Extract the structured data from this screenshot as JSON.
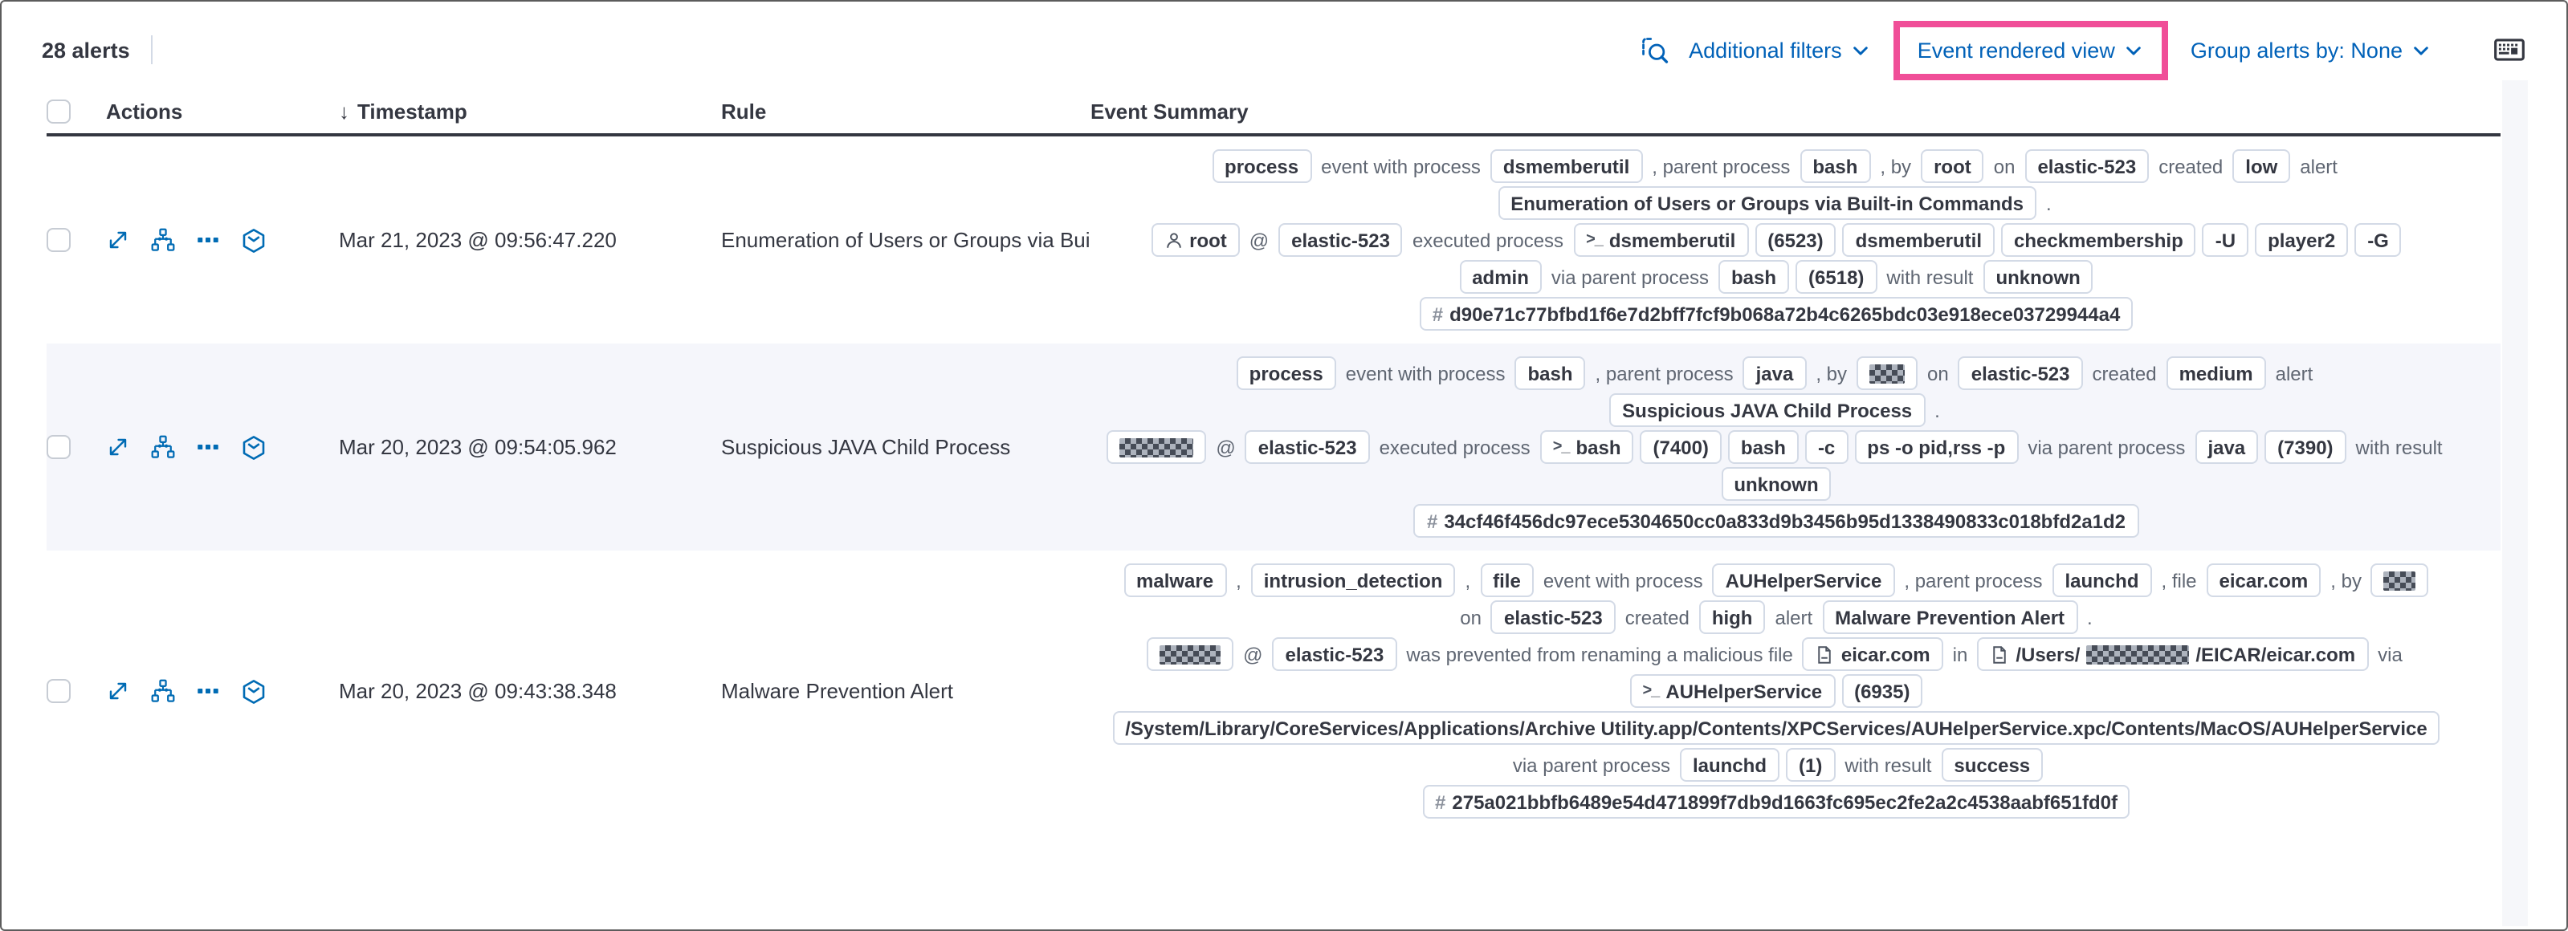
{
  "toolbar": {
    "alert_count": "28 alerts",
    "additional_filters_label": "Additional filters",
    "view_selector_label": "Event rendered view",
    "group_by_label": "Group alerts by: None"
  },
  "columns": {
    "actions": "Actions",
    "timestamp": "Timestamp",
    "rule": "Rule",
    "summary": "Event Summary"
  },
  "colors": {
    "highlight_pink": "#F04E98",
    "link_blue": "#0061B8",
    "badge_border": "#D3DAE6",
    "text_dark": "#343741",
    "text_gray": "#5F6672",
    "row_shaded": "#F5F6FB"
  },
  "rows": [
    {
      "timestamp": "Mar 21, 2023 @ 09:56:47.220",
      "rule": "Enumeration of Users or Groups via Bui",
      "shaded": false,
      "summary": [
        [
          {
            "badge": "process"
          },
          {
            "text": "event with process"
          },
          {
            "badge": "dsmemberutil"
          },
          {
            "text": ", parent process"
          },
          {
            "badge": "bash"
          },
          {
            "text": ", by"
          },
          {
            "badge": "root"
          },
          {
            "text": "on"
          },
          {
            "badge": "elastic-523"
          },
          {
            "text": "created"
          },
          {
            "badge": "low"
          },
          {
            "text": "alert"
          }
        ],
        [
          {
            "badge": "Enumeration of Users or Groups via Built-in Commands"
          },
          {
            "text": "."
          }
        ],
        [
          {
            "badge": "root",
            "icon": "user"
          },
          {
            "text": "@"
          },
          {
            "badge": "elastic-523"
          },
          {
            "text": "executed process"
          },
          {
            "badge": "dsmemberutil",
            "icon": "terminal"
          },
          {
            "badge": "(6523)"
          },
          {
            "badge": "dsmemberutil"
          },
          {
            "badge": "checkmembership"
          },
          {
            "badge": "-U"
          },
          {
            "badge": "player2"
          },
          {
            "badge": "-G"
          }
        ],
        [
          {
            "badge": "admin"
          },
          {
            "text": "via parent process"
          },
          {
            "badge": "bash"
          },
          {
            "badge": "(6518)"
          },
          {
            "text": "with result"
          },
          {
            "badge": "unknown"
          }
        ],
        [
          {
            "badge": "d90e71c77bfbd1f6e7d2bff7fcf9b068a72b4c6265bdc03e918ece03729944a4",
            "icon": "hash"
          }
        ]
      ]
    },
    {
      "timestamp": "Mar 20, 2023 @ 09:54:05.962",
      "rule": "Suspicious JAVA Child Process",
      "shaded": true,
      "summary": [
        [
          {
            "badge": "process"
          },
          {
            "text": "event with process"
          },
          {
            "badge": "bash"
          },
          {
            "text": ", parent process"
          },
          {
            "badge": "java"
          },
          {
            "text": ", by"
          },
          {
            "redact": 22
          },
          {
            "text": "on"
          },
          {
            "badge": "elastic-523"
          },
          {
            "text": "created"
          },
          {
            "badge": "medium"
          },
          {
            "text": "alert"
          }
        ],
        [
          {
            "badge": "Suspicious JAVA Child Process"
          },
          {
            "text": "."
          }
        ],
        [
          {
            "redact": 46
          },
          {
            "text": "@"
          },
          {
            "badge": "elastic-523"
          },
          {
            "text": "executed process"
          },
          {
            "badge": "bash",
            "icon": "terminal"
          },
          {
            "badge": "(7400)"
          },
          {
            "badge": "bash"
          },
          {
            "badge": "-c"
          },
          {
            "badge": "ps -o pid,rss -p"
          },
          {
            "text": "via parent process"
          },
          {
            "badge": "java"
          },
          {
            "badge": "(7390)"
          },
          {
            "text": "with result"
          }
        ],
        [
          {
            "badge": "unknown"
          }
        ],
        [
          {
            "badge": "34cf46f456dc97ece5304650cc0a833d9b3456b95d1338490833c018bfd2a1d2",
            "icon": "hash"
          }
        ]
      ]
    },
    {
      "timestamp": "Mar 20, 2023 @ 09:43:38.348",
      "rule": "Malware Prevention Alert",
      "shaded": false,
      "summary": [
        [
          {
            "badge": "malware"
          },
          {
            "text": ","
          },
          {
            "badge": "intrusion_detection"
          },
          {
            "text": ","
          },
          {
            "badge": "file"
          },
          {
            "text": "event with process"
          },
          {
            "badge": "AUHelperService"
          },
          {
            "text": ", parent process"
          },
          {
            "badge": "launchd"
          },
          {
            "text": ", file"
          },
          {
            "badge": "eicar.com"
          },
          {
            "text": ", by"
          },
          {
            "redact": 20
          }
        ],
        [
          {
            "text": "on"
          },
          {
            "badge": "elastic-523"
          },
          {
            "text": "created"
          },
          {
            "badge": "high"
          },
          {
            "text": "alert"
          },
          {
            "badge": "Malware Prevention Alert"
          },
          {
            "text": "."
          }
        ],
        [
          {
            "redact": 38
          },
          {
            "text": "@"
          },
          {
            "badge": "elastic-523"
          },
          {
            "text": "was prevented from renaming a malicious file"
          },
          {
            "badge": "eicar.com",
            "icon": "document"
          },
          {
            "text": "in"
          },
          {
            "icon": "document",
            "parts": [
              {
                "text": "/Users/"
              },
              {
                "redact": 64
              },
              {
                "text": "/EICAR/eicar.com"
              }
            ]
          },
          {
            "text": "via"
          }
        ],
        [
          {
            "badge": "AUHelperService",
            "icon": "terminal"
          },
          {
            "badge": "(6935)"
          }
        ],
        [
          {
            "badge": "/System/Library/CoreServices/Applications/Archive Utility.app/Contents/XPCServices/AUHelperService.xpc/Contents/MacOS/AUHelperService"
          }
        ],
        [
          {
            "text": "via parent process"
          },
          {
            "badge": "launchd"
          },
          {
            "badge": "(1)"
          },
          {
            "text": "with result"
          },
          {
            "badge": "success"
          }
        ],
        [
          {
            "badge": "275a021bbfb6489e54d471899f7db9d1663fc695ec2fe2a2c4538aabf651fd0f",
            "icon": "hash"
          }
        ]
      ]
    }
  ]
}
